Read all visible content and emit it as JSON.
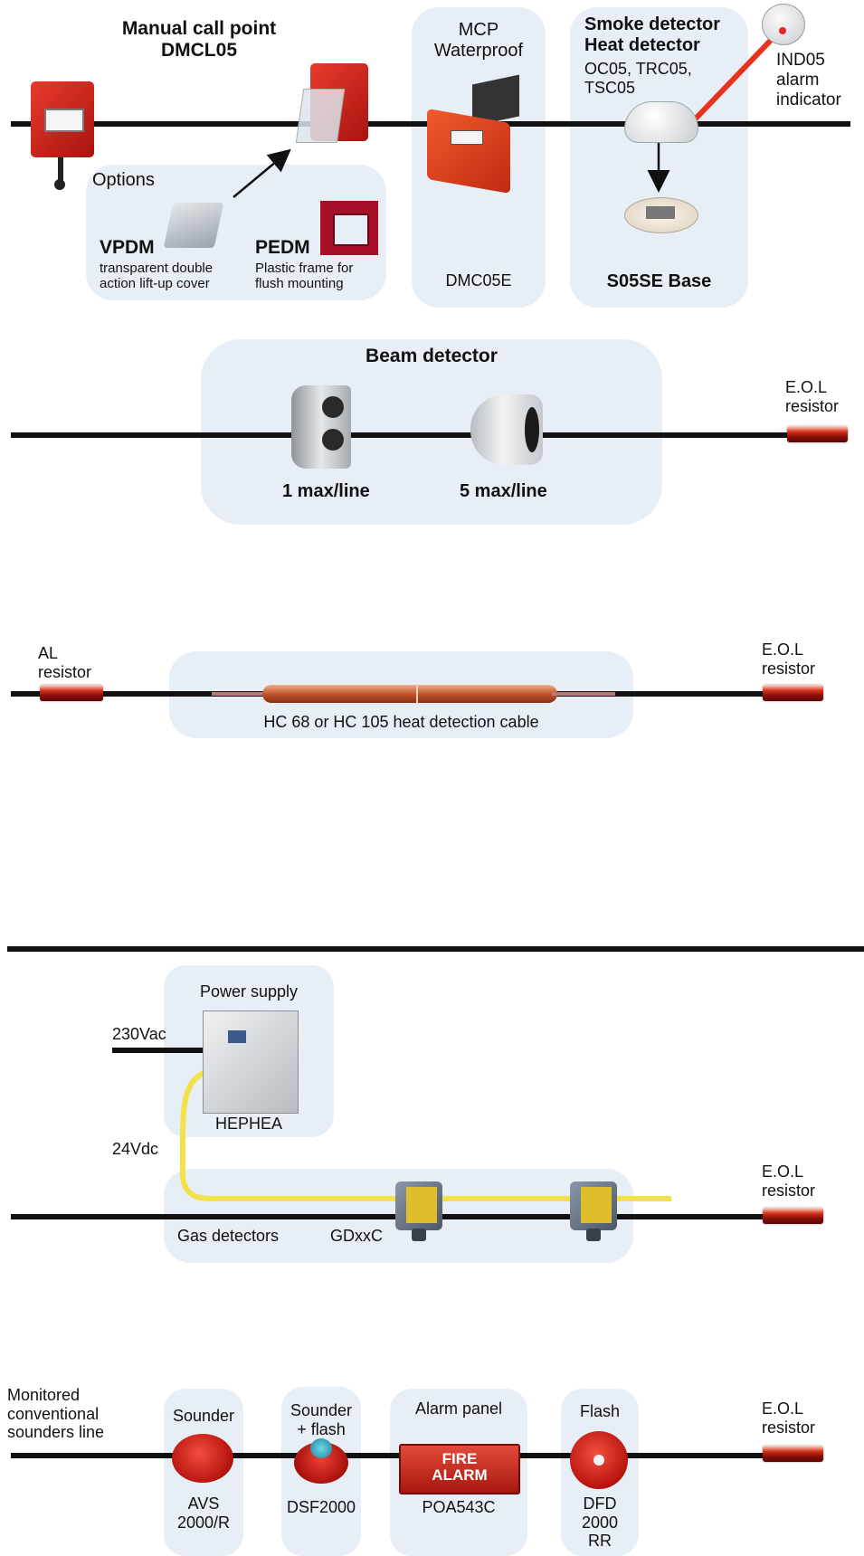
{
  "detection": {
    "mcp": {
      "title_line1": "Manual call point",
      "title_line2": "DMCL05",
      "options_title": "Options",
      "vpdm": {
        "code": "VPDM",
        "desc_line1": "transparent double",
        "desc_line2": "action lift-up cover"
      },
      "pedm": {
        "code": "PEDM",
        "desc_line1": "Plastic frame for",
        "desc_line2": "flush mounting"
      }
    },
    "mcp_waterproof": {
      "title_line1": "MCP",
      "title_line2": "Waterproof",
      "model": "DMC05E"
    },
    "smoke": {
      "title_line1": "Smoke detector",
      "title_line2": "Heat detector",
      "models_line1": "OC05, TRC05,",
      "models_line2": "TSC05",
      "base": "S05SE Base"
    },
    "indicator": {
      "line1": "IND05",
      "line2": "alarm",
      "line3": "indicator"
    }
  },
  "beam": {
    "title": "Beam detector",
    "left_caption": "1 max/line",
    "right_caption": "5 max/line",
    "eol_line1": "E.O.L",
    "eol_line2": "resistor"
  },
  "cable": {
    "al_line1": "AL",
    "al_line2": "resistor",
    "caption": "HC 68 or HC 105 heat detection cable",
    "eol_line1": "E.O.L",
    "eol_line2": "resistor"
  },
  "gas": {
    "power_title": "Power supply",
    "power_model": "HEPHEA",
    "input_label": "230Vac",
    "output_label": "24Vdc",
    "detectors_label": "Gas detectors",
    "detector_model": "GDxxC",
    "eol_line1": "E.O.L",
    "eol_line2": "resistor"
  },
  "sounders": {
    "line_label_1": "Monitored",
    "line_label_2": "conventional",
    "line_label_3": "sounders line",
    "sounder": {
      "title": "Sounder",
      "model_line1": "AVS",
      "model_line2": "2000/R"
    },
    "sounder_flash": {
      "title_line1": "Sounder",
      "title_line2": "+ flash",
      "model": "DSF2000"
    },
    "alarm_panel": {
      "title": "Alarm panel",
      "sign_line1": "FIRE",
      "sign_line2": "ALARM",
      "model": "POA543C"
    },
    "flash": {
      "title": "Flash",
      "model_line1": "DFD",
      "model_line2": "2000",
      "model_line3": "RR"
    },
    "eol_line1": "E.O.L",
    "eol_line2": "resistor"
  },
  "colors": {
    "panel_bg": "#e8eef6",
    "line": "#111111",
    "indicator_wire": "#e8321e",
    "supply_wire": "#f2e24a",
    "device_red": "#d8261c"
  }
}
